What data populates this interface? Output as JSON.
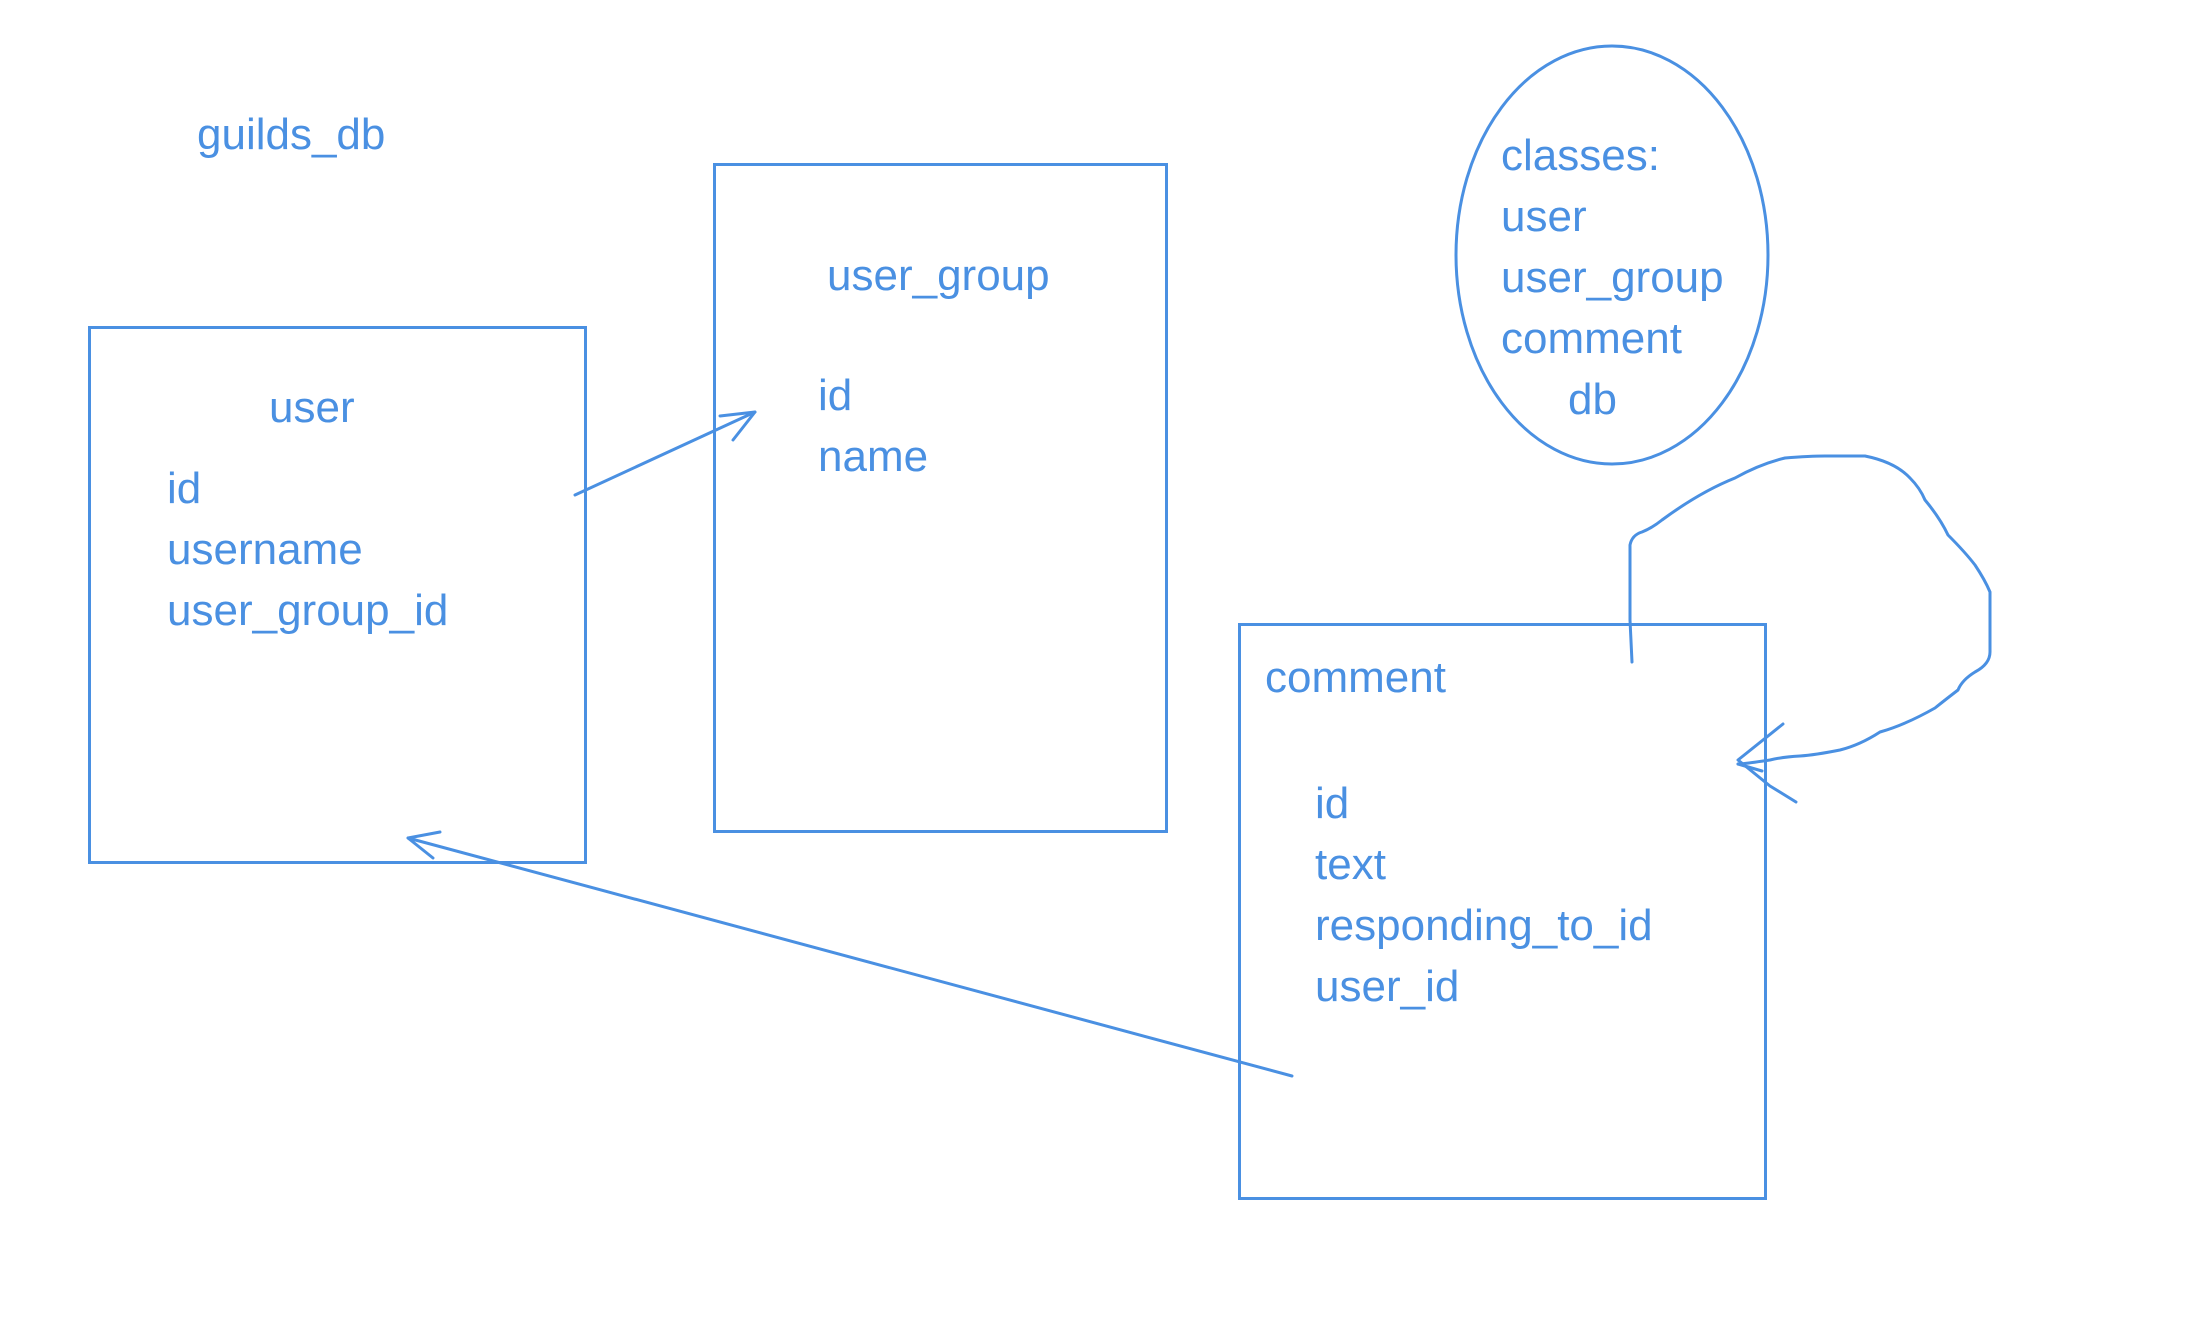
{
  "diagram": {
    "title": "guilds_db",
    "colors": {
      "stroke": "#4a90e2",
      "background": "#ffffff"
    },
    "tables": {
      "user": {
        "name": "user",
        "fields": [
          "id",
          "username",
          "user_group_id"
        ]
      },
      "user_group": {
        "name": "user_group",
        "fields": [
          "id",
          "name"
        ]
      },
      "comment": {
        "name": "comment",
        "fields": [
          "id",
          "text",
          "responding_to_id",
          "user_id"
        ]
      }
    },
    "classes_note": {
      "heading": "classes:",
      "items": [
        "user",
        "user_group",
        "comment"
      ],
      "last": "db"
    },
    "relations": [
      {
        "from": "user",
        "to": "user_group"
      },
      {
        "from": "comment",
        "to": "user"
      },
      {
        "from": "comment",
        "to": "comment"
      }
    ]
  }
}
